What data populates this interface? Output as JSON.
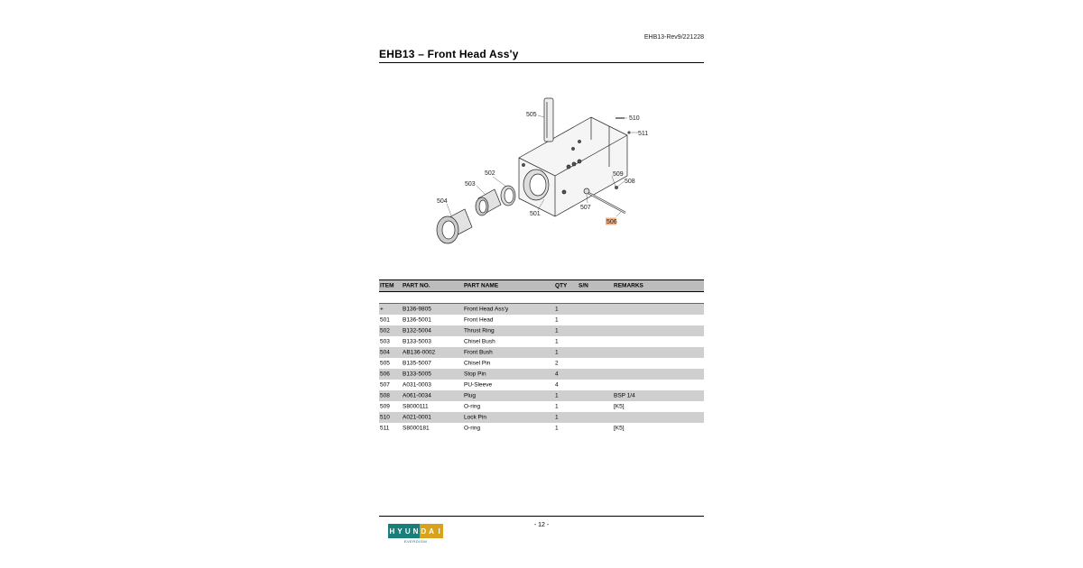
{
  "doc_code": "EHB13-Rev9/221228",
  "title": "EHB13 – Front Head Ass'y",
  "drawing": {
    "callouts": [
      "505",
      "510",
      "511",
      "509",
      "508",
      "502",
      "503",
      "504",
      "501",
      "507",
      "506"
    ],
    "highlighted_callout": "506"
  },
  "table": {
    "headers": {
      "item": "ITEM",
      "part_no": "PART NO.",
      "part_name": "PART NAME",
      "qty": "QTY",
      "sn": "S/N",
      "remarks": "REMARKS"
    },
    "rows": [
      {
        "item": "+",
        "part_no": "B136-9805",
        "part_name": "Front Head Ass'y",
        "qty": "1",
        "sn": "",
        "remarks": ""
      },
      {
        "item": "501",
        "part_no": "B136-5001",
        "part_name": "Front Head",
        "qty": "1",
        "sn": "",
        "remarks": ""
      },
      {
        "item": "502",
        "part_no": "B132-5004",
        "part_name": "Thrust Ring",
        "qty": "1",
        "sn": "",
        "remarks": ""
      },
      {
        "item": "503",
        "part_no": "B133-5003",
        "part_name": "Chisel Bush",
        "qty": "1",
        "sn": "",
        "remarks": ""
      },
      {
        "item": "504",
        "part_no": "AB136-0002",
        "part_name": "Front Bush",
        "qty": "1",
        "sn": "",
        "remarks": ""
      },
      {
        "item": "505",
        "part_no": "B135-5007",
        "part_name": "Chisel Pin",
        "qty": "2",
        "sn": "",
        "remarks": ""
      },
      {
        "item": "506",
        "part_no": "B133-5005",
        "part_name": "Stop Pin",
        "qty": "4",
        "sn": "",
        "remarks": ""
      },
      {
        "item": "507",
        "part_no": "A031-0003",
        "part_name": "PU-Sleeve",
        "qty": "4",
        "sn": "",
        "remarks": ""
      },
      {
        "item": "508",
        "part_no": "A061-0034",
        "part_name": "Plug",
        "qty": "1",
        "sn": "",
        "remarks": "BSP 1/4"
      },
      {
        "item": "509",
        "part_no": "S8000111",
        "part_name": "O-ring",
        "qty": "1",
        "sn": "",
        "remarks": "[K5]"
      },
      {
        "item": "510",
        "part_no": "A021-0001",
        "part_name": "Lock Pin",
        "qty": "1",
        "sn": "",
        "remarks": ""
      },
      {
        "item": "511",
        "part_no": "S8000181",
        "part_name": "O-ring",
        "qty": "1",
        "sn": "",
        "remarks": "[K5]"
      }
    ]
  },
  "page_number": "- 12 -",
  "logo": {
    "letters": [
      "H",
      "Y",
      "U",
      "N",
      "D",
      "A",
      "I"
    ],
    "subtitle": "EVERDIGM"
  },
  "colors": {
    "row_shade": "#cfcfcf",
    "header_shade": "#bcbcbc",
    "highlight": "#f4b183",
    "logo_teal": "#1a7f7a",
    "logo_gold": "#d9a21b"
  }
}
